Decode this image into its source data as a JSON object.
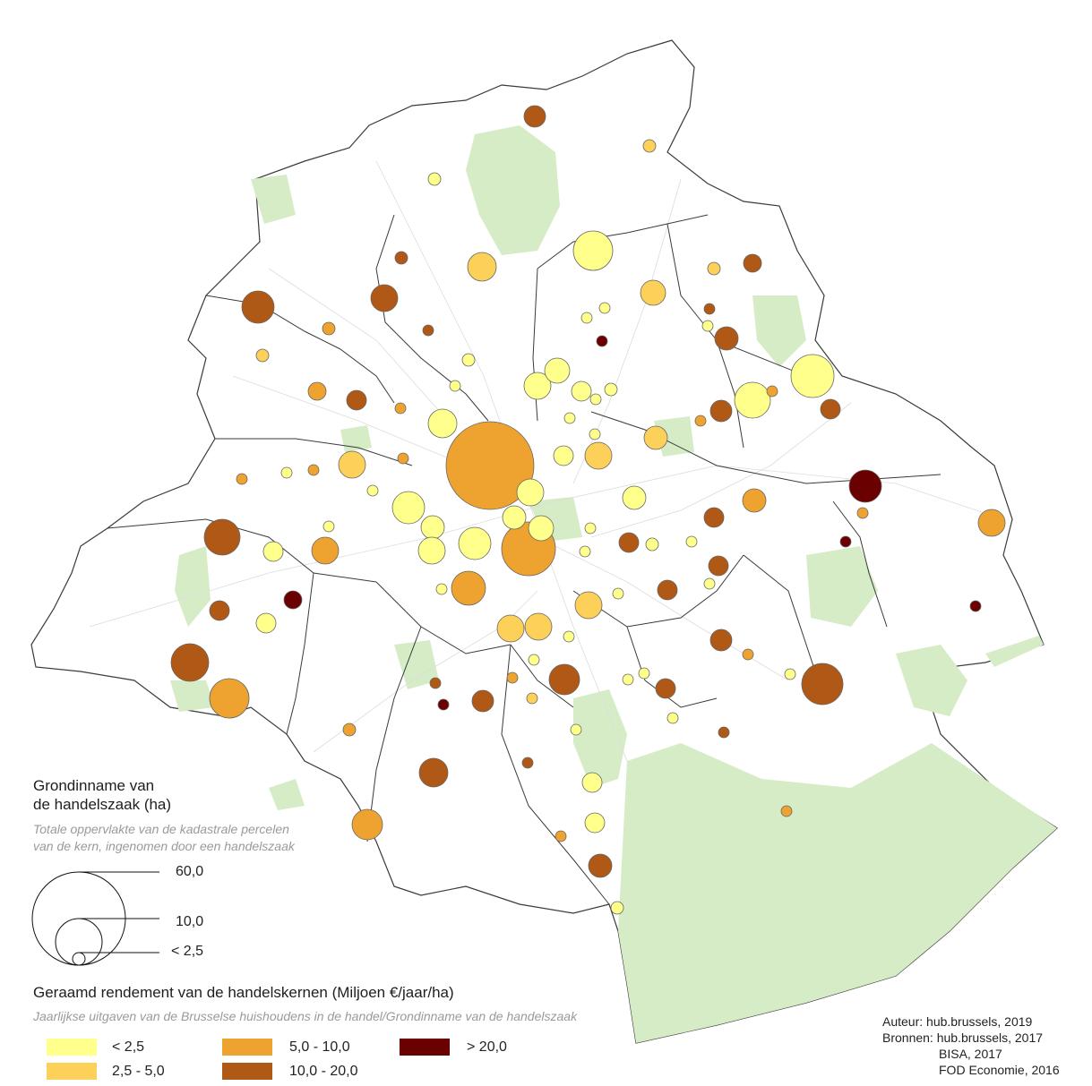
{
  "colors": {
    "class_lt_2_5": "#ffff8c",
    "class_2_5_5": "#fdd05a",
    "class_5_10": "#eea22f",
    "class_10_20": "#b05816",
    "class_gt_20": "#6b0000",
    "green_space": "#d6ecc6",
    "boundary": "#3a3a3a",
    "streets": "#dcdcdc"
  },
  "legend_size": {
    "title_line1": "Grondinname van",
    "title_line2": "de handelszaak (ha)",
    "subtitle_line1": "Totale oppervlakte van de kadastrale percelen",
    "subtitle_line2": "van de kern, ingenomen door een handelszaak",
    "labels": [
      "60,0",
      "10,0",
      "< 2,5"
    ]
  },
  "legend_color": {
    "title": "Geraamd rendement van de handelskernen (Miljoen €/jaar/ha)",
    "subtitle": "Jaarlijkse uitgaven van de Brusselse huishoudens in de handel/Grondinname van de handelszaak",
    "classes": [
      "< 2,5",
      "2,5 - 5,0",
      "5,0 - 10,0",
      "10,0 - 20,0",
      "> 20,0"
    ]
  },
  "credits": {
    "line1": "Auteur: hub.brussels, 2019",
    "line2": "Bronnen: hub.brussels, 2017",
    "line3": "BISA, 2017",
    "line4": "FOD Economie, 2016"
  }
}
